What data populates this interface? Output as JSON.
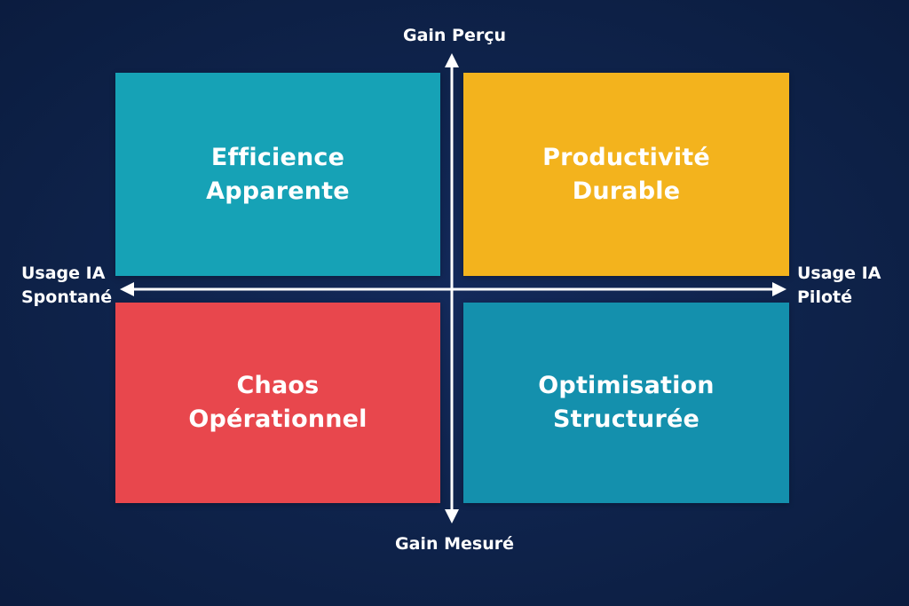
{
  "quadrants": {
    "top_left": {
      "line1": "Efficience",
      "line2": "Apparente",
      "color": "#16a2b6"
    },
    "top_right": {
      "line1": "Productivité",
      "line2": "Durable",
      "color": "#f3b31d"
    },
    "bottom_left": {
      "line1": "Chaos",
      "line2": "Opérationnel",
      "color": "#e8474d"
    },
    "bottom_right": {
      "line1": "Optimisation",
      "line2": "Structurée",
      "color": "#1490ad"
    }
  },
  "axes": {
    "top": "Gain Perçu",
    "bottom": "Gain Mesuré",
    "left": {
      "line1": "Usage IA",
      "line2": "Spontané"
    },
    "right": {
      "line1": "Usage IA",
      "line2": "Piloté"
    }
  },
  "colors": {
    "background": "#0e2249",
    "axis": "#ffffff"
  }
}
